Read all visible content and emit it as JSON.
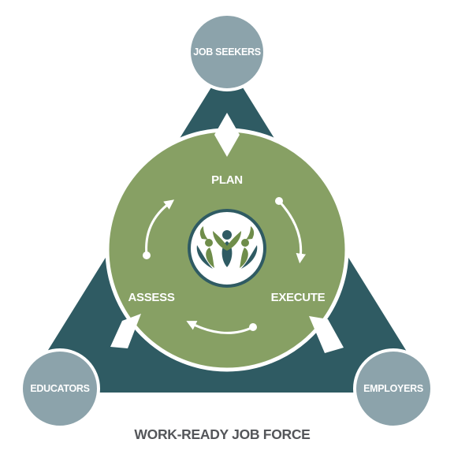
{
  "diagram": {
    "nodes": {
      "top": "JOB SEEKERS",
      "bottom_left": "EDUCATORS",
      "bottom_right": "EMPLOYERS"
    },
    "cycle": {
      "plan": "PLAN",
      "assess": "ASSESS",
      "execute": "EXECUTE"
    },
    "caption": "WORK-READY JOB FORCE"
  },
  "colors": {
    "triangle": "#2f5b63",
    "node_circle": "#8ca3ab",
    "cycle_circle": "#87a064",
    "logo_green": "#6f8d4a",
    "logo_teal": "#2f5b63",
    "caption": "#54565a"
  },
  "icons": {
    "logo": "sprouting-people-logo"
  }
}
